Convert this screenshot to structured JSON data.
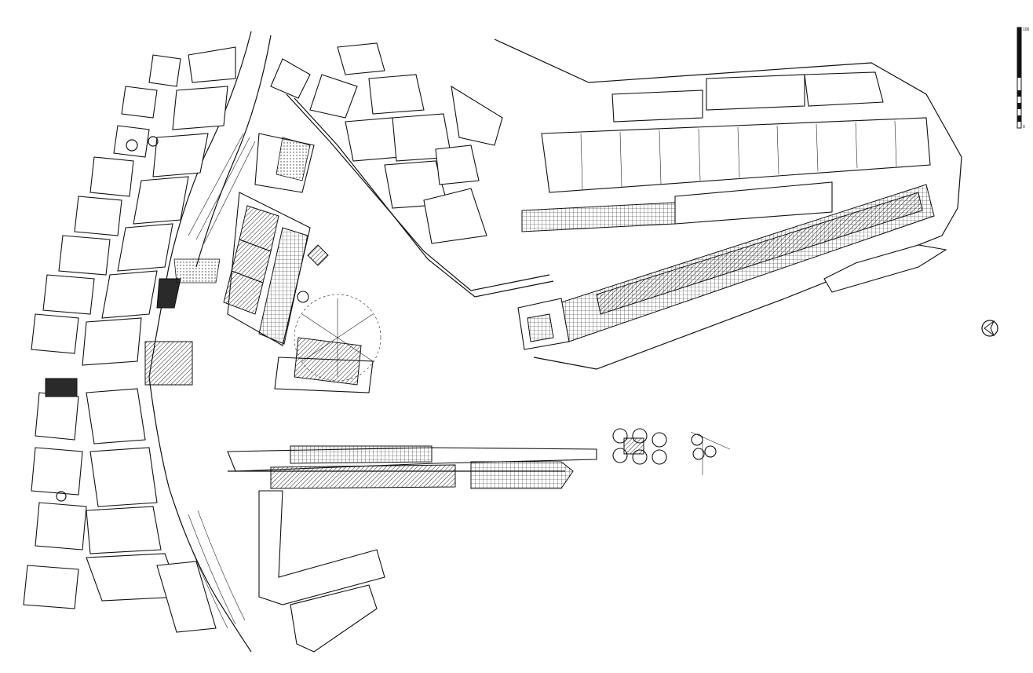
{
  "map": {
    "type": "architectural site plan (harbour waterfront)",
    "palette": {
      "ink": "#111111",
      "paper": "#ffffff",
      "roof_tone": "#2a2a2a"
    },
    "scale_bar": {
      "ticks": [
        "0",
        "",
        "",
        "",
        "",
        "",
        "100"
      ]
    },
    "north_arrow": {
      "icon": "north-arrow-icon"
    }
  }
}
